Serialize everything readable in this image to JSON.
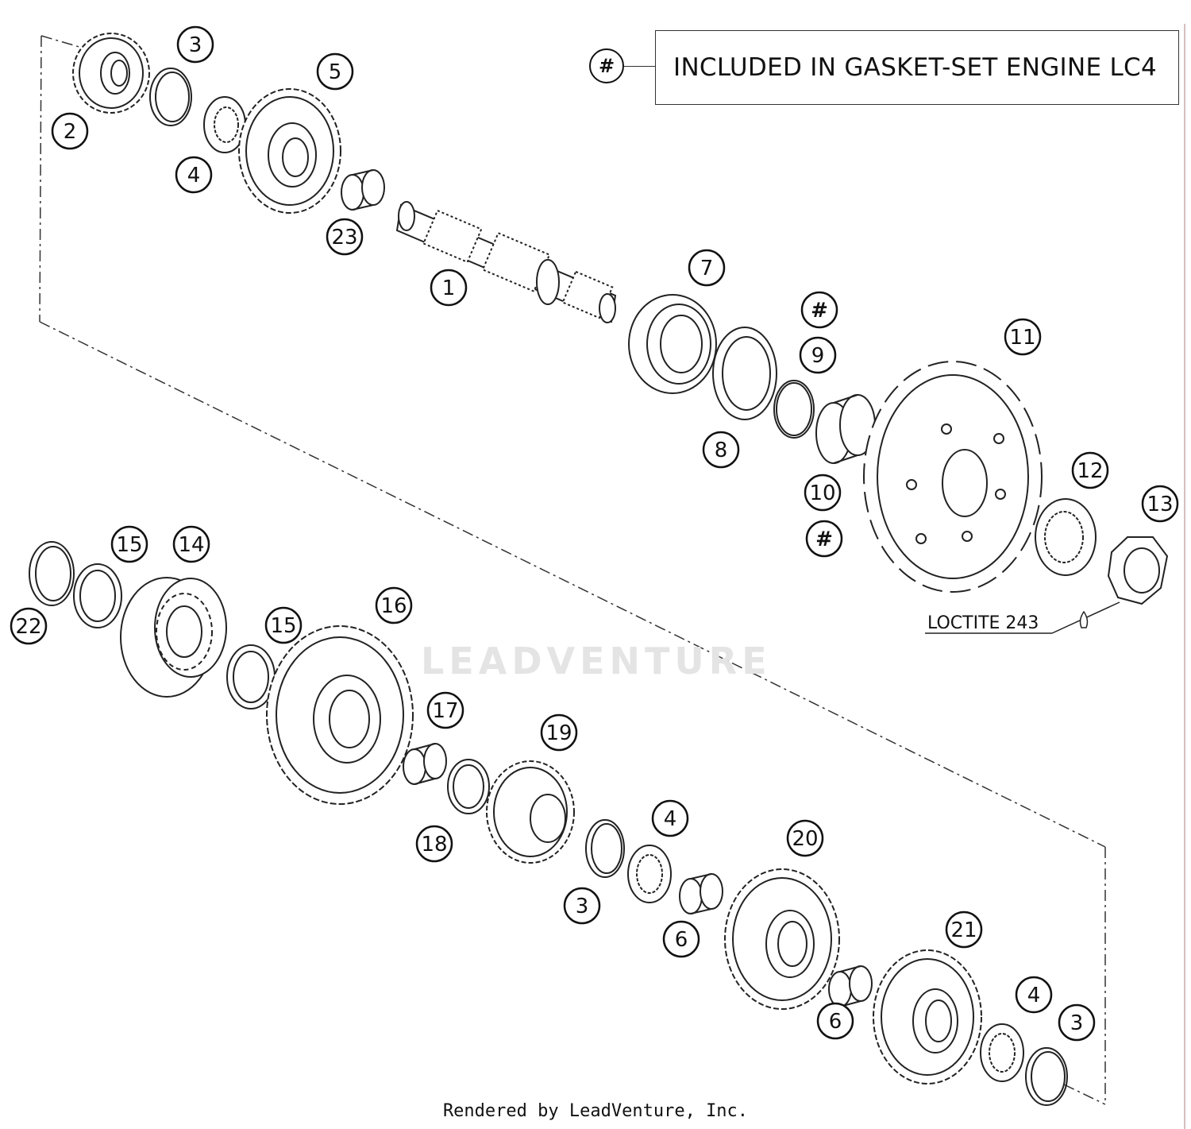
{
  "legend": {
    "symbol": "#",
    "text": "INCLUDED IN GASKET-SET ENGINE LC4"
  },
  "annotation": {
    "loctite": "LOCTITE 243"
  },
  "watermark": "LEADVENTURE",
  "footer": "Rendered by LeadVenture, Inc.",
  "callouts": [
    {
      "label": "1",
      "part": "shaft"
    },
    {
      "label": "2",
      "part": "gear"
    },
    {
      "label": "3",
      "part": "circlip"
    },
    {
      "label": "4",
      "part": "thrust-washer"
    },
    {
      "label": "5",
      "part": "gear"
    },
    {
      "label": "23",
      "part": "bushing"
    },
    {
      "label": "7",
      "part": "bearing"
    },
    {
      "label": "#",
      "part": "gasket-set-marker"
    },
    {
      "label": "9",
      "part": "o-ring"
    },
    {
      "label": "11",
      "part": "sprocket"
    },
    {
      "label": "8",
      "part": "shaft-seal"
    },
    {
      "label": "10",
      "part": "spacer"
    },
    {
      "label": "#",
      "part": "gasket-set-marker"
    },
    {
      "label": "12",
      "part": "lock-washer"
    },
    {
      "label": "13",
      "part": "nut"
    },
    {
      "label": "15",
      "part": "washer"
    },
    {
      "label": "14",
      "part": "bearing"
    },
    {
      "label": "22",
      "part": "circlip"
    },
    {
      "label": "16",
      "part": "gear"
    },
    {
      "label": "15",
      "part": "washer"
    },
    {
      "label": "17",
      "part": "bushing"
    },
    {
      "label": "19",
      "part": "gear"
    },
    {
      "label": "18",
      "part": "washer"
    },
    {
      "label": "4",
      "part": "thrust-washer"
    },
    {
      "label": "3",
      "part": "circlip"
    },
    {
      "label": "6",
      "part": "bushing"
    },
    {
      "label": "20",
      "part": "gear"
    },
    {
      "label": "21",
      "part": "gear"
    },
    {
      "label": "6",
      "part": "bushing"
    },
    {
      "label": "4",
      "part": "thrust-washer"
    },
    {
      "label": "3",
      "part": "circlip"
    }
  ]
}
